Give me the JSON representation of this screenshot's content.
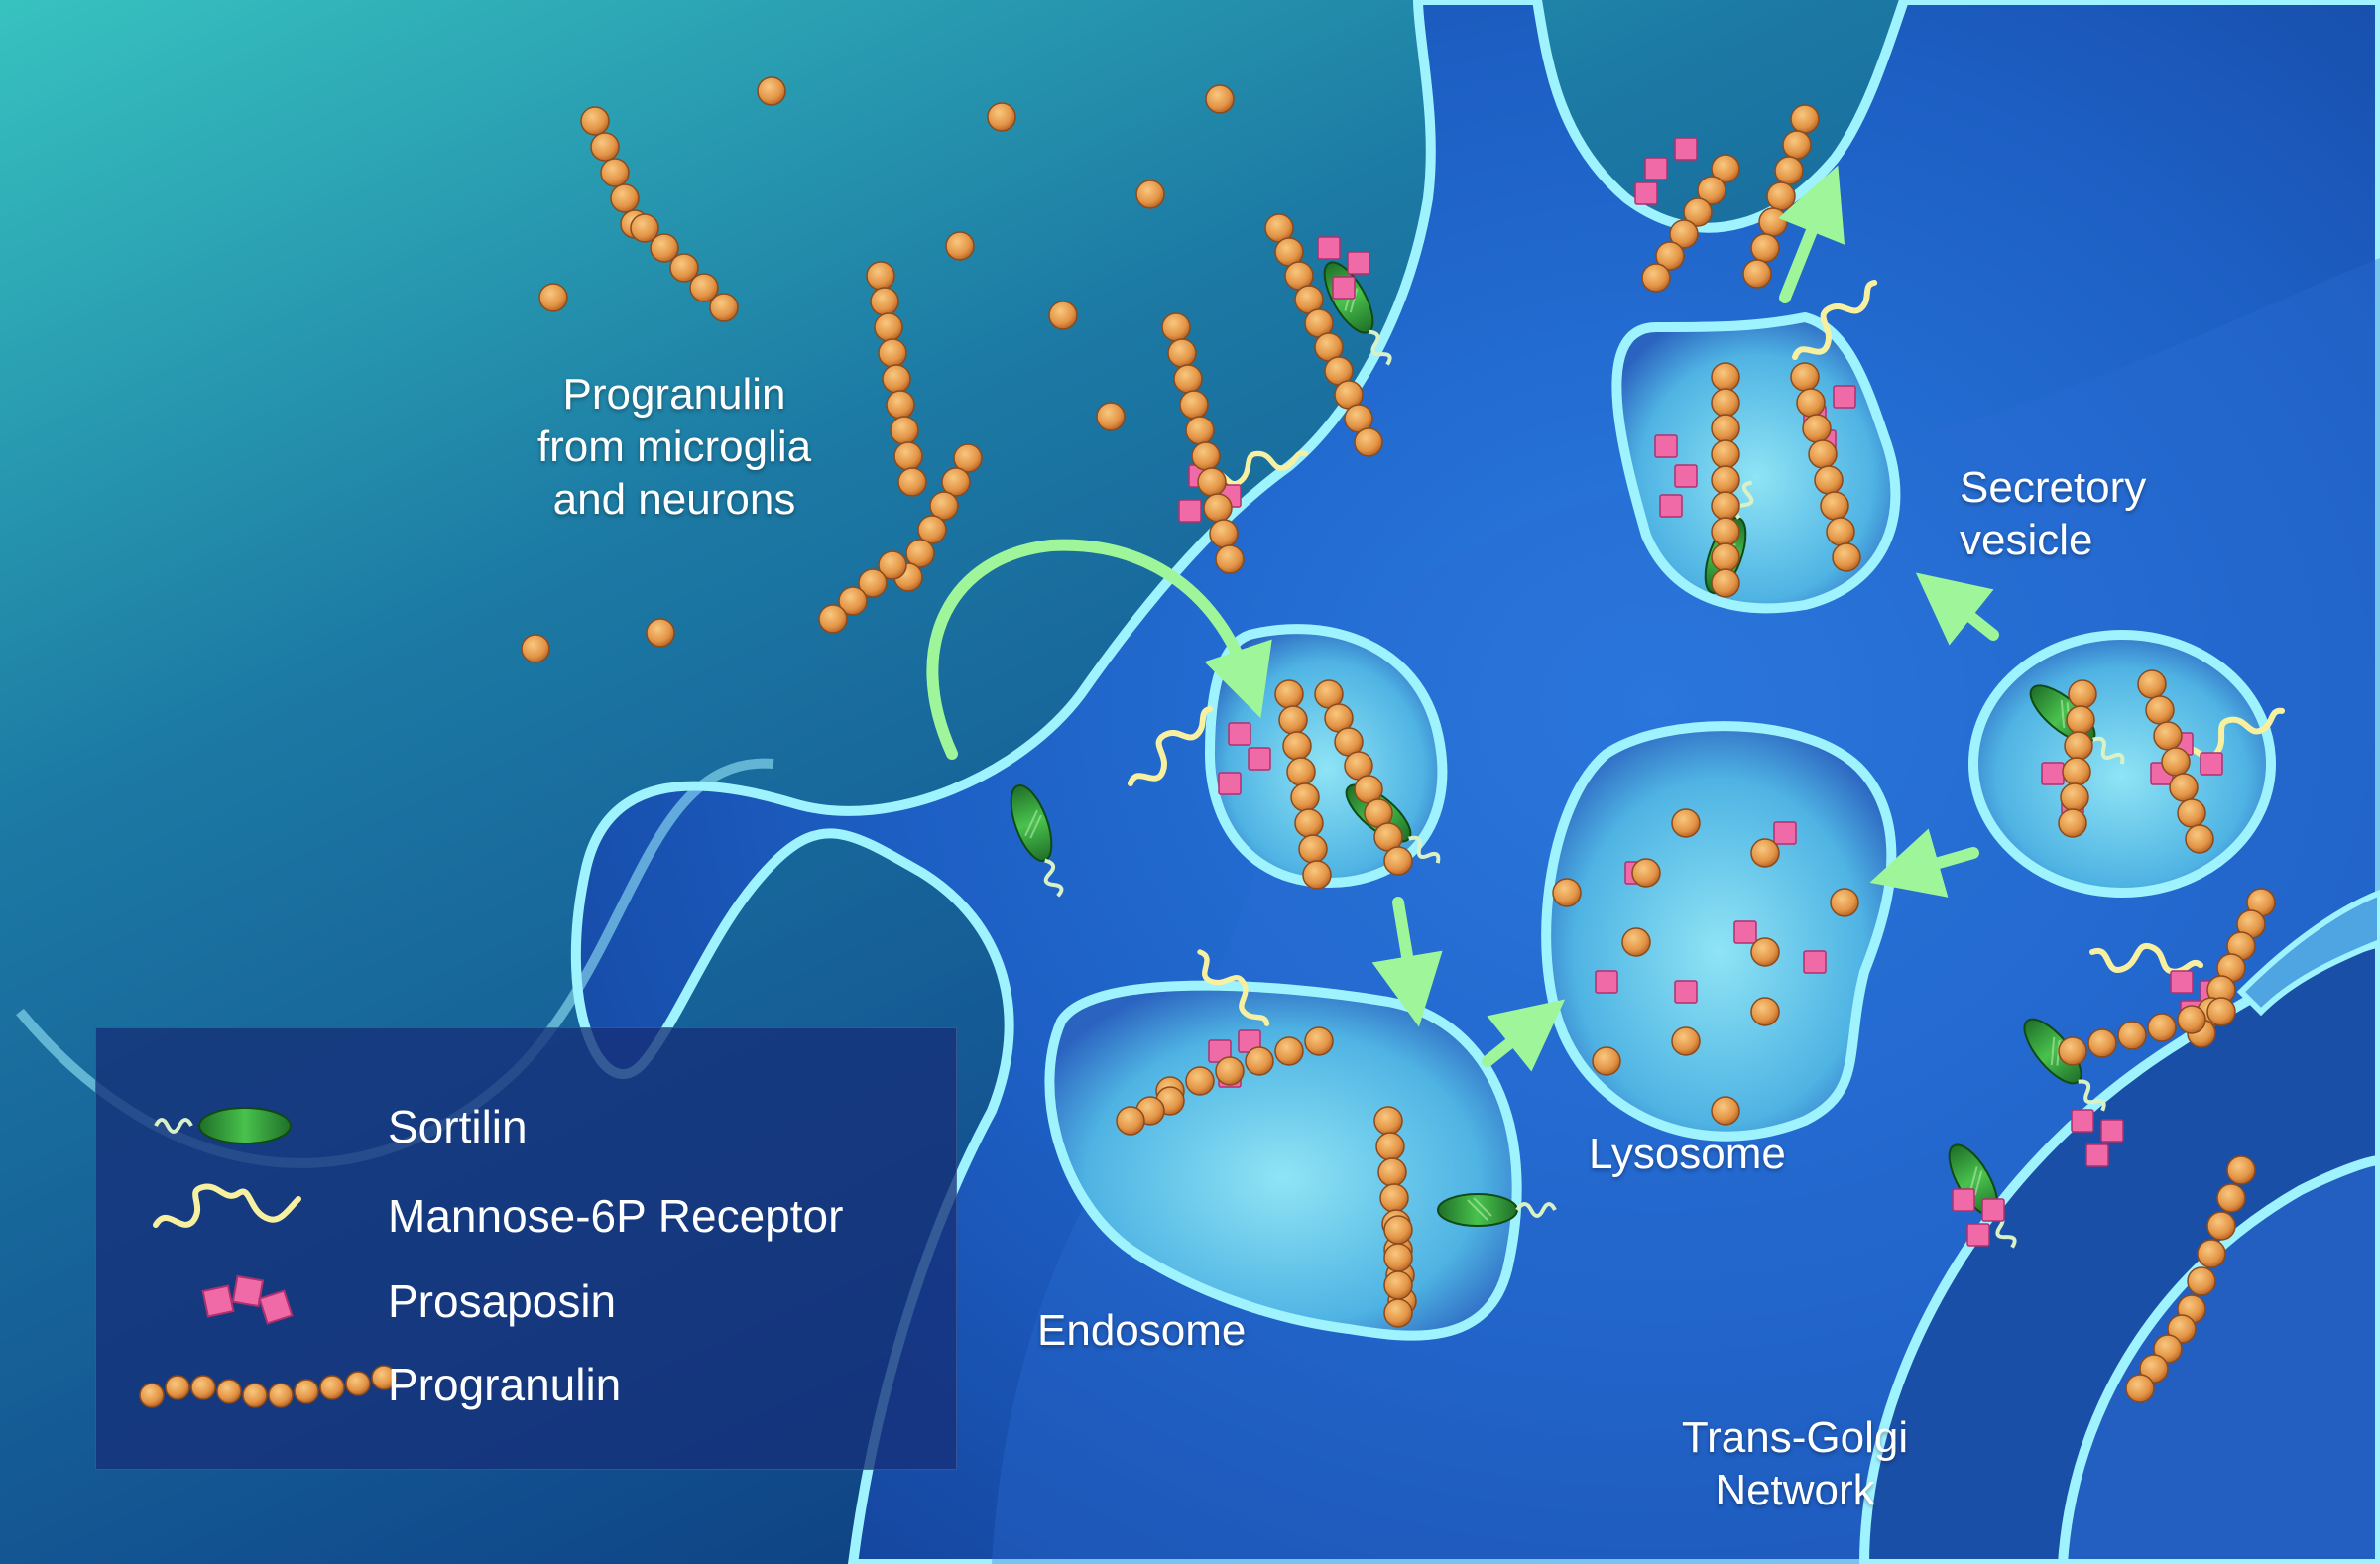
{
  "labels": {
    "progranulin_source": [
      "Progranulin",
      "from microglia",
      "and neurons"
    ],
    "secretory_vesicle": [
      "Secretory",
      "vesicle"
    ],
    "lysosome": "Lysosome",
    "endosome": "Endosome",
    "trans_golgi": [
      "Trans-Golgi",
      "Network"
    ]
  },
  "legend": {
    "items": [
      {
        "label": "Sortilin",
        "icon": "sortilin-icon"
      },
      {
        "label": "Mannose-6P Receptor",
        "icon": "mannose-6p-receptor-icon"
      },
      {
        "label": "Prosaposin",
        "icon": "prosaposin-icon"
      },
      {
        "label": "Progranulin",
        "icon": "progranulin-icon"
      }
    ]
  },
  "colors": {
    "background_top": "#2bb3b5",
    "background_bottom": "#0a3470",
    "cell_body": "#1d5fc4",
    "membrane": "#9ff3ff",
    "vesicle_lumen": "#6fd2ee",
    "progranulin": "#e8a04a",
    "prosaposin": "#f06aa8",
    "sortilin": "#2f9a3a",
    "m6p_receptor": "#f7f0a0",
    "arrow": "#9ef59a"
  }
}
